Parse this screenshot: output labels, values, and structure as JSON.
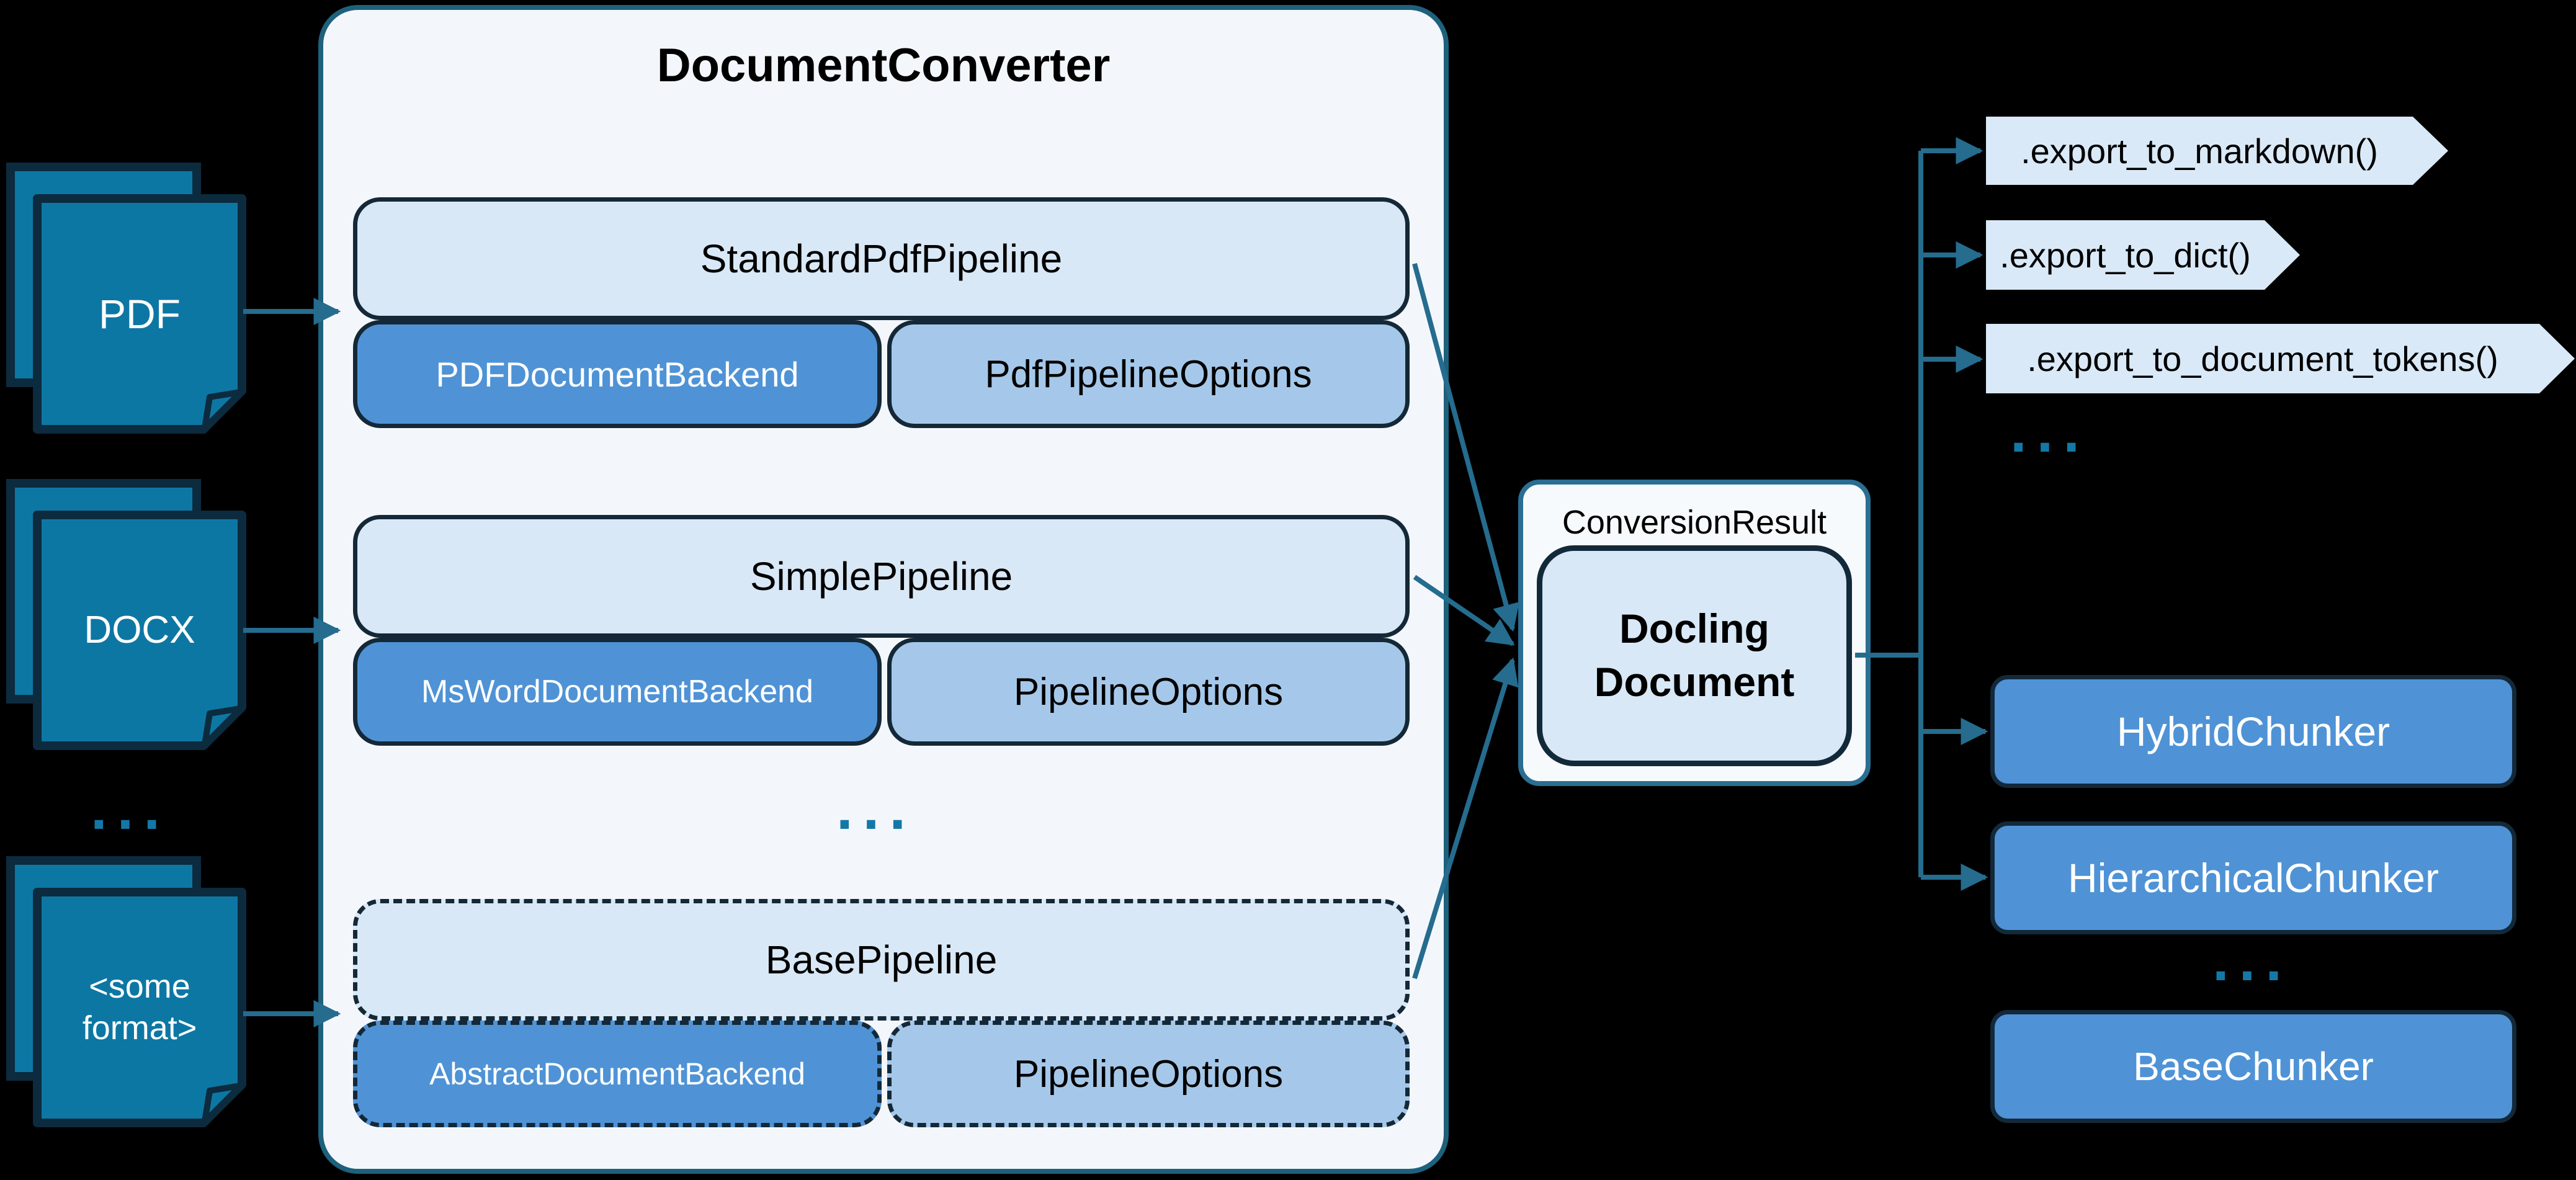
{
  "converter": {
    "title": "DocumentConverter",
    "pipelines": [
      {
        "name": "StandardPdfPipeline",
        "backend": "PDFDocumentBackend",
        "options": "PdfPipelineOptions"
      },
      {
        "name": "SimplePipeline",
        "backend": "MsWordDocumentBackend",
        "options": "PipelineOptions"
      },
      {
        "name": "BasePipeline",
        "backend": "AbstractDocumentBackend",
        "options": "PipelineOptions"
      }
    ],
    "ellipsis": "..."
  },
  "inputs": {
    "items": [
      {
        "label": "PDF"
      },
      {
        "label": "DOCX"
      },
      {
        "label_line1": "<some",
        "label_line2": "format>"
      }
    ],
    "ellipsis": "..."
  },
  "result": {
    "label": "ConversionResult",
    "document_line1": "Docling",
    "document_line2": "Document"
  },
  "exports": {
    "items": [
      ".export_to_markdown()",
      ".export_to_dict()",
      ".export_to_document_tokens()"
    ],
    "ellipsis": "..."
  },
  "chunkers": {
    "items": [
      "HybridChunker",
      "HierarchicalChunker"
    ],
    "ellipsis": "...",
    "base": "BaseChunker"
  },
  "colors": {
    "background": "#000000",
    "converter_fill": "#f3f7fc",
    "converter_border": "#1e617c",
    "pipeline_fill": "#d9e8f6",
    "backend_fill": "#4f93d6",
    "options_fill": "#a5c8ea",
    "box_border": "#142837",
    "result_fill": "#f7fafd",
    "result_border": "#2a6e92",
    "docling_fill": "#d9e8f6",
    "doc_icon_fill": "#0d77a4",
    "doc_icon_border": "#0c2b3e",
    "arrow": "#256c8e",
    "ellipsis": "#1478a6",
    "chevron_fill": "#dae9f7"
  }
}
